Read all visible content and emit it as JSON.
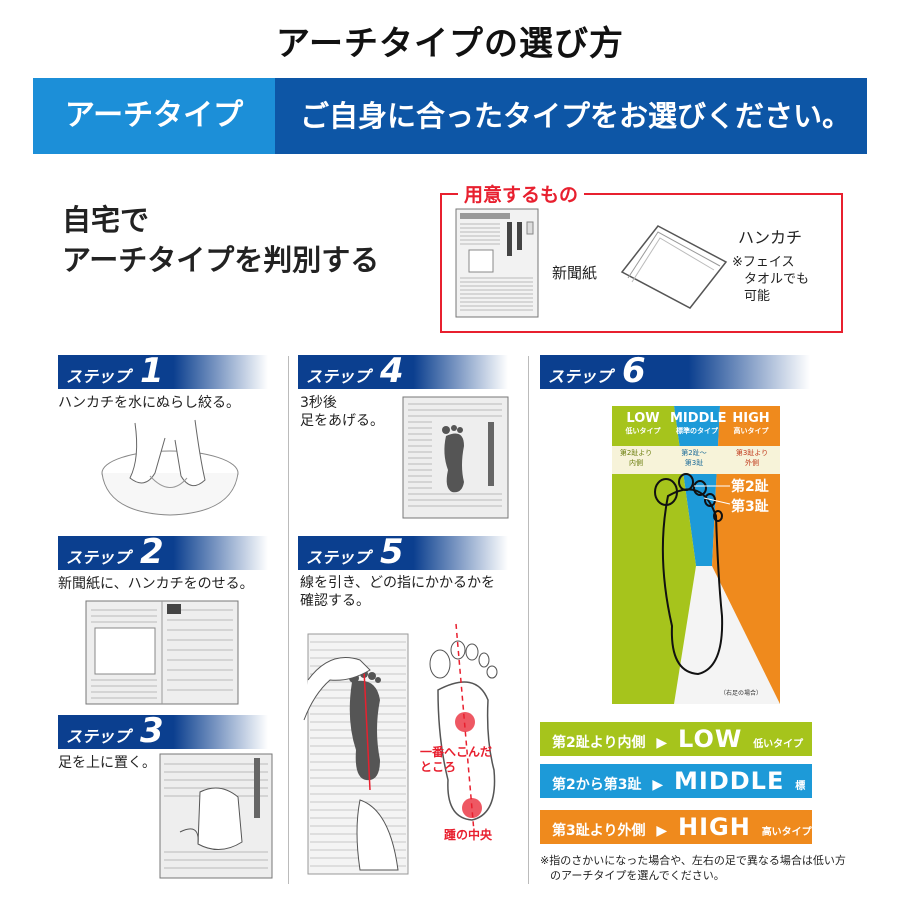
{
  "page_title": "アーチタイプの選び方",
  "banner": {
    "left_label": "アーチタイプ",
    "right_text": "ご自身に合ったタイプをお選びください。"
  },
  "intro": {
    "line1": "自宅で",
    "line2": "アーチタイプを判別する"
  },
  "prep": {
    "title": "用意するもの",
    "newspaper": "新聞紙",
    "handkerchief": "ハンカチ",
    "note1": "※フェイス",
    "note2": "タオルでも",
    "note3": "可能"
  },
  "steps": [
    {
      "label": "ステップ",
      "num": "1",
      "text": "ハンカチを水にぬらし絞る。"
    },
    {
      "label": "ステップ",
      "num": "2",
      "text": "新聞紙に、ハンカチをのせる。"
    },
    {
      "label": "ステップ",
      "num": "3",
      "text": "足を上に置く。"
    },
    {
      "label": "ステップ",
      "num": "4",
      "text1": "3秒後",
      "text2": "足をあげる。"
    },
    {
      "label": "ステップ",
      "num": "5",
      "text1": "線を引き、どの指にかかるかを",
      "text2": "確認する。"
    },
    {
      "label": "ステップ",
      "num": "6"
    }
  ],
  "step5_labels": {
    "point1": "一番へこんだ",
    "point2": "ところ",
    "heel": "踵の中央"
  },
  "chart": {
    "low": "LOW",
    "low_sub": "低いタイプ",
    "middle": "MIDDLE",
    "middle_sub": "標準のタイプ",
    "high": "HIGH",
    "high_sub": "高いタイプ",
    "low_range1": "第2趾より",
    "low_range2": "内側",
    "mid_range1": "第2趾～",
    "mid_range2": "第3趾",
    "high_range1": "第3趾より",
    "high_range2": "外側",
    "toe2": "第2趾",
    "toe3": "第3趾",
    "caption": "（右足の場合）"
  },
  "results": [
    {
      "cond": "第2趾より内側",
      "arrow": "▶",
      "type": "LOW",
      "sub": "低いタイプ",
      "color": "#a6c41c"
    },
    {
      "cond": "第2から第3趾",
      "arrow": "▶",
      "type": "MIDDLE",
      "sub": "標準のタイプ",
      "color": "#1d9ad8"
    },
    {
      "cond": "第3趾より外側",
      "arrow": "▶",
      "type": "HIGH",
      "sub": "高いタイプ",
      "color": "#ef8a1d"
    }
  ],
  "footnote": {
    "line1": "※指のさかいになった場合や、左右の足で異なる場合は低い方",
    "line2": "のアーチタイプを選んでください。"
  },
  "colors": {
    "banner_dark": "#0d56a6",
    "banner_light": "#1c8fd8",
    "step_head": "#0b3f8f",
    "accent_red": "#e8202f",
    "low": "#a6c41c",
    "middle": "#1d9ad8",
    "high": "#ef8a1d"
  }
}
